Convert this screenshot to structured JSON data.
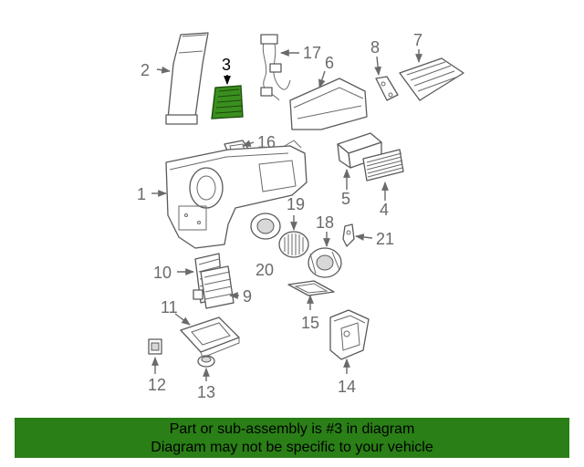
{
  "diagram": {
    "callouts": [
      "1",
      "2",
      "3",
      "4",
      "5",
      "6",
      "7",
      "8",
      "9",
      "10",
      "11",
      "12",
      "13",
      "14",
      "15",
      "16",
      "17",
      "18",
      "19",
      "20",
      "21"
    ],
    "highlighted_part": "3",
    "highlight_color": "#3a8f1e"
  },
  "banner": {
    "line1": "Part or sub-assembly is #3 in diagram",
    "line2": "Diagram may not be specific to your vehicle",
    "color": "#2a7f16"
  }
}
